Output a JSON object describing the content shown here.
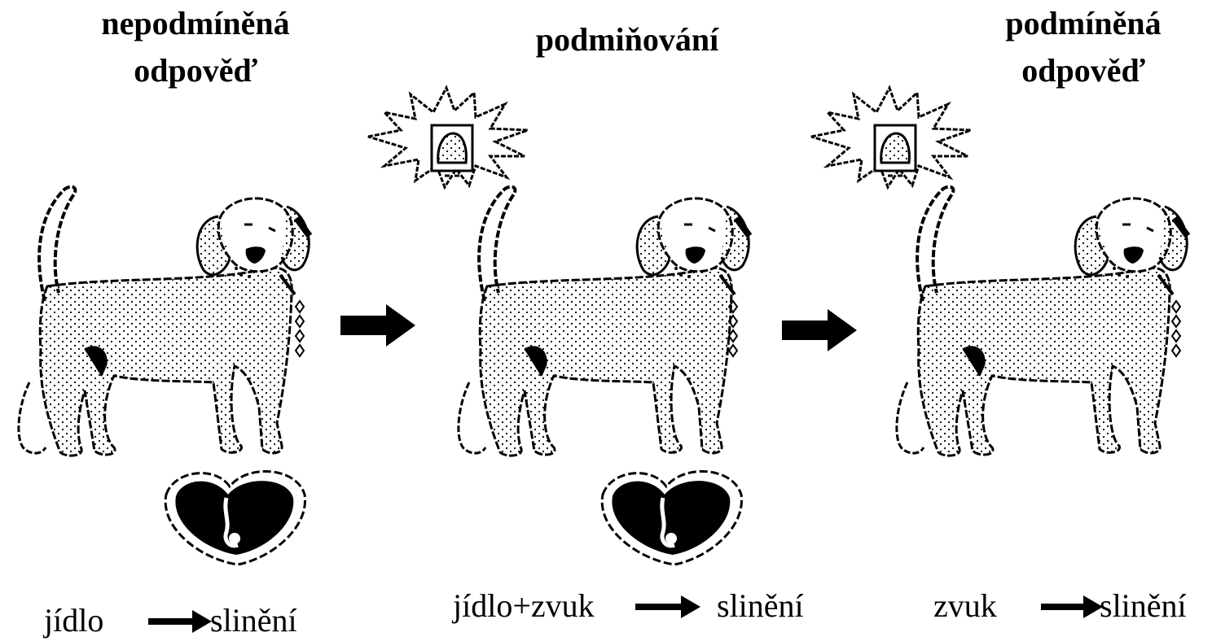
{
  "panels": [
    {
      "title_line1": "nepodmíněná",
      "title_line2": "odpověď",
      "caption_left": "jídlo",
      "caption_right": "slinění"
    },
    {
      "title_line1": "podmiňování",
      "caption_left": "jídlo+zvuk",
      "caption_right": "slinění"
    },
    {
      "title_line1": "podmíněná",
      "title_line2": "odpověď",
      "caption_left": "zvuk",
      "caption_right": "slinění"
    }
  ],
  "colors": {
    "ink": "#000000",
    "paper": "#ffffff"
  },
  "icons": [
    "dog-icon",
    "bell-burst-icon",
    "food-bowl-icon",
    "arrow-right-icon",
    "saliva-drops-icon"
  ]
}
